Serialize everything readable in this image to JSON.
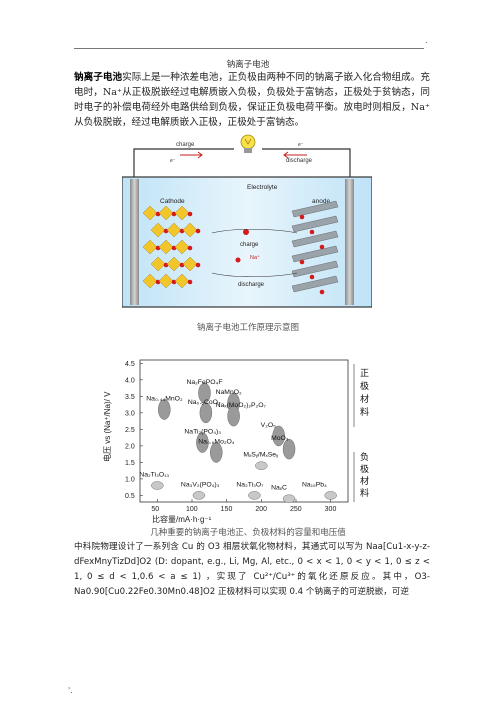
{
  "header": {
    "dot": "."
  },
  "title": "钠离子电池",
  "intro": {
    "term": "钠离子电池",
    "text": "实际上是一种浓差电池，正负极由两种不同的钠离子嵌入化合物组成。充电时，Na⁺从正极脱嵌经过电解质嵌入负极，负极处于富钠态，正极处于贫钠态，同时电子的补偿电荷经外电路供给到负极，保证正负极电荷平衡。放电时则相反，Na⁺从负极脱嵌，经过电解质嵌入正极，正极处于富钠态。"
  },
  "figure1": {
    "labels": {
      "charge_top": "charge",
      "e_left": "e⁻",
      "e_right": "e⁻",
      "discharge_top": "discharge",
      "electrolyte": "Electrolyte",
      "cathode": "Cathode",
      "anode": "anode",
      "charge_mid": "charge",
      "na_plus": "Na⁺",
      "discharge_mid": "discharge"
    },
    "caption": "钠离子电池工作原理示意图"
  },
  "figure2": {
    "caption": "几种重要的钠离子电池正、负极材料的容量和电压值",
    "chart_data": {
      "type": "scatter",
      "xlabel": "比容量/mA·h·g⁻¹",
      "ylabel": "电压 vs (Na⁺/Na)/ V",
      "xlim": [
        25,
        325
      ],
      "ylim": [
        0.3,
        4.6
      ],
      "x_ticks": [
        "50",
        "100",
        "150",
        "200",
        "250",
        "300"
      ],
      "y_ticks": [
        "0.5",
        "1.0",
        "1.5",
        "2.0",
        "2.5",
        "3.0",
        "3.5",
        "4.0",
        "4.5"
      ],
      "group_labels": {
        "positive": "正极材料",
        "negative": "负极材料"
      },
      "materials": [
        {
          "name": "Na₂FePO₄F",
          "x": 118,
          "y": 3.6,
          "group": "positive"
        },
        {
          "name": "NaMnO₂",
          "x": 160,
          "y": 3.3,
          "group": "positive"
        },
        {
          "name": "Na₀.₄₄MnO₂",
          "x": 60,
          "y": 3.1,
          "group": "positive"
        },
        {
          "name": "Na₀.₆CoO₂",
          "x": 120,
          "y": 3.0,
          "group": "positive"
        },
        {
          "name": "Naₓ(MoO₂)₂P₂O₇",
          "x": 160,
          "y": 2.9,
          "group": "positive"
        },
        {
          "name": "V₂O₅",
          "x": 225,
          "y": 2.3,
          "group": "positive"
        },
        {
          "name": "NaTi₂(PO₄)₃",
          "x": 115,
          "y": 2.1,
          "group": "positive"
        },
        {
          "name": "Na₀.₆Mo₂O₄",
          "x": 135,
          "y": 1.8,
          "group": "positive"
        },
        {
          "name": "MoO₃",
          "x": 240,
          "y": 1.9,
          "group": "positive"
        },
        {
          "name": "MₓSᵧ/MₓSeᵧ",
          "x": 200,
          "y": 1.4,
          "group": "negative"
        },
        {
          "name": "Na₂Ti₃O₇",
          "x": 190,
          "y": 0.5,
          "group": "negative"
        },
        {
          "name": "NaₓC",
          "x": 240,
          "y": 0.4,
          "group": "negative"
        },
        {
          "name": "Na₁₅Pb₄",
          "x": 300,
          "y": 0.5,
          "group": "negative"
        },
        {
          "name": "Na₂Ti₃O₁₃",
          "x": 50,
          "y": 0.8,
          "group": "negative"
        },
        {
          "name": "Na₃V₂(PO₄)₃",
          "x": 110,
          "y": 0.5,
          "group": "negative"
        }
      ]
    }
  },
  "para2": "中科院物理设计了一系列含 Cu 的 O3 相层状氧化物材料，其通式可以写为 Naa[Cu1-x-y-z-dFexMnyTizDd]O2 (D: dopant, e.g., Li, Mg, Al, etc., 0 < x < 1, 0 < y < 1, 0 ≤ z < 1, 0 ≤ d < 1,0.6 < a ≤ 1) ，实现了 Cu²⁺/Cu³⁺的氧化还原反应。其中，O3-Na0.90[Cu0.22Fe0.30Mn0.48]O2 正极材料可以实现 0.4 个钠离子的可逆脱嵌，可逆",
  "footer": {
    "dot": "'."
  }
}
